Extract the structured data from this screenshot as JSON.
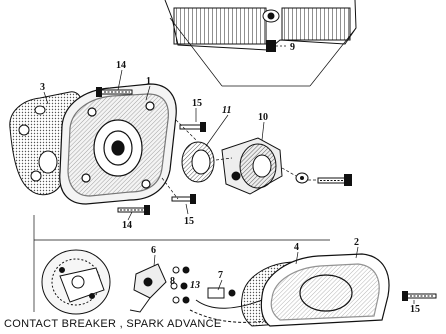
{
  "caption": "CONTACT BREAKER , SPARK ADVANCE",
  "callouts": [
    "1",
    "2",
    "3",
    "4",
    "6",
    "7",
    "8",
    "9",
    "10",
    "11",
    "13",
    "14",
    "14",
    "15",
    "15",
    "15"
  ],
  "colors": {
    "ink": "#111111",
    "paper": "#ffffff",
    "gasket": "#8a8a8a"
  }
}
